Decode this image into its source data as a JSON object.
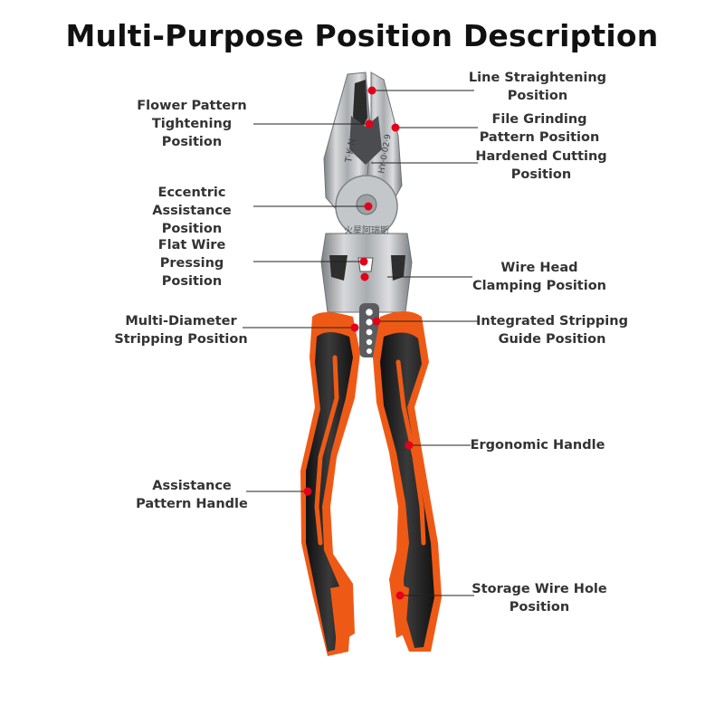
{
  "title": "Multi-Purpose Position Description",
  "colors": {
    "handle_orange": "#ee5a16",
    "handle_black": "#1e1e1e",
    "steel": "#b9bcbf",
    "marker_red": "#e3001b",
    "text": "#333333"
  },
  "steel_engraving": {
    "left_jaw": "T·K·N",
    "right_jaw": "HY·0·02·9",
    "joint": "火星阿瑞斯"
  },
  "labels": {
    "flower_pattern": "Flower Pattern\nTightening\nPosition",
    "eccentric": "Eccentric\nAssistance\nPosition",
    "flat_wire": "Flat Wire\nPressing\nPosition",
    "multi_diameter": "Multi-Diameter\nStripping Position",
    "assistance_handle": "Assistance\nPattern Handle",
    "line_straightening": "Line Straightening\nPosition",
    "file_grinding": "File Grinding\nPattern Position",
    "hardened_cutting": "Hardened Cutting\nPosition",
    "wire_head": "Wire Head\nClamping Position",
    "integrated_stripping": "Integrated Stripping\nGuide Position",
    "ergonomic": "Ergonomic Handle",
    "storage_wire": "Storage Wire Hole\nPosition"
  }
}
